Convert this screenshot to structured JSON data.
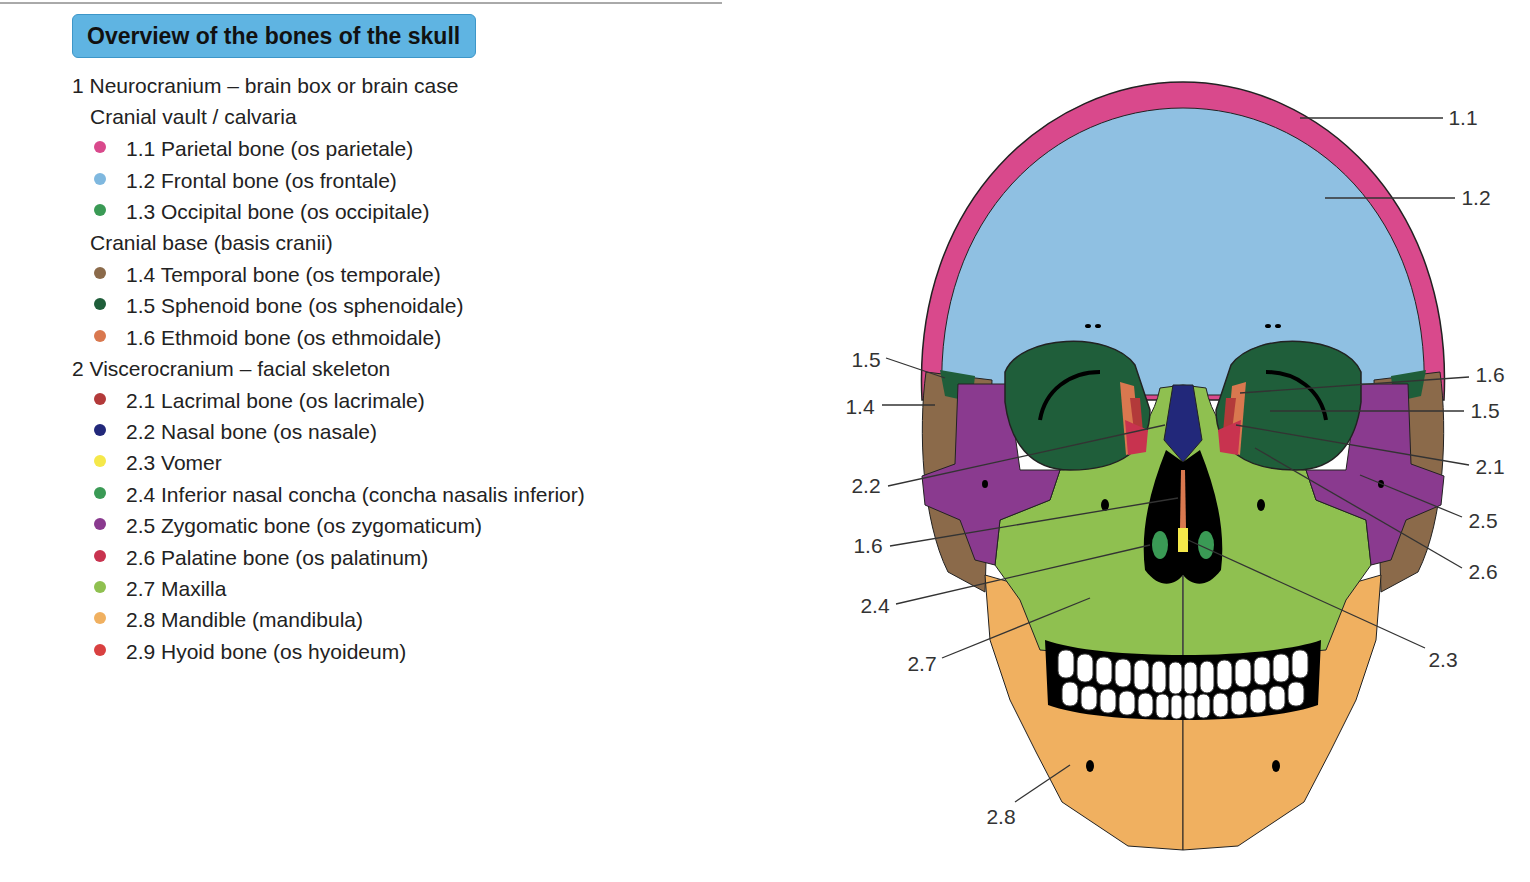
{
  "diagram": {
    "title": "Overview of the bones of the skull",
    "labels": [
      "1 Neurocranium – brain box or brain case",
      "Cranial vault / calvaria",
      "Cranial base (basis cranii)",
      "2 Viscerocranium – facial skeleton",
      "1.1",
      "1.2",
      "1.5",
      "1.6",
      "1.4",
      "1.5",
      "2.2",
      "2.1",
      "2.5",
      "1.6",
      "2.6",
      "2.4",
      "2.7",
      "2.3",
      "2.8"
    ],
    "legend": [
      {
        "text": "1.1 Parietal bone (os parietale)",
        "color": "#d9498c"
      },
      {
        "text": "1.2 Frontal bone (os frontale)",
        "color": "#7fb8df"
      },
      {
        "text": "1.3 Occipital bone (os occipitale)",
        "color": "#3a9a55"
      },
      {
        "text": "1.4 Temporal bone (os temporale)",
        "color": "#8b6a4a"
      },
      {
        "text": "1.5 Sphenoid bone (os sphenoidale)",
        "color": "#1f5e3a"
      },
      {
        "text": "1.6 Ethmoid bone (os ethmoidale)",
        "color": "#d9784f"
      },
      {
        "text": "2.1 Lacrimal bone (os lacrimale)",
        "color": "#b33a3a"
      },
      {
        "text": "2.2 Nasal bone (os nasale)",
        "color": "#22287a"
      },
      {
        "text": "2.3 Vomer",
        "color": "#f5e84a"
      },
      {
        "text": "2.4 Inferior nasal concha (concha nasalis inferior)",
        "color": "#3a9a55"
      },
      {
        "text": "2.5 Zygomatic bone (os zygomaticum)",
        "color": "#8a3a8f"
      },
      {
        "text": "2.6 Palatine bone (os palatinum)",
        "color": "#c8334f"
      },
      {
        "text": "2.7 Maxilla",
        "color": "#8fc050"
      },
      {
        "text": "2.8 Mandible (mandibula)",
        "color": "#f0b060"
      },
      {
        "text": "2.9 Hyoid bone (os hyoideum)",
        "color": "#d94040"
      }
    ]
  }
}
